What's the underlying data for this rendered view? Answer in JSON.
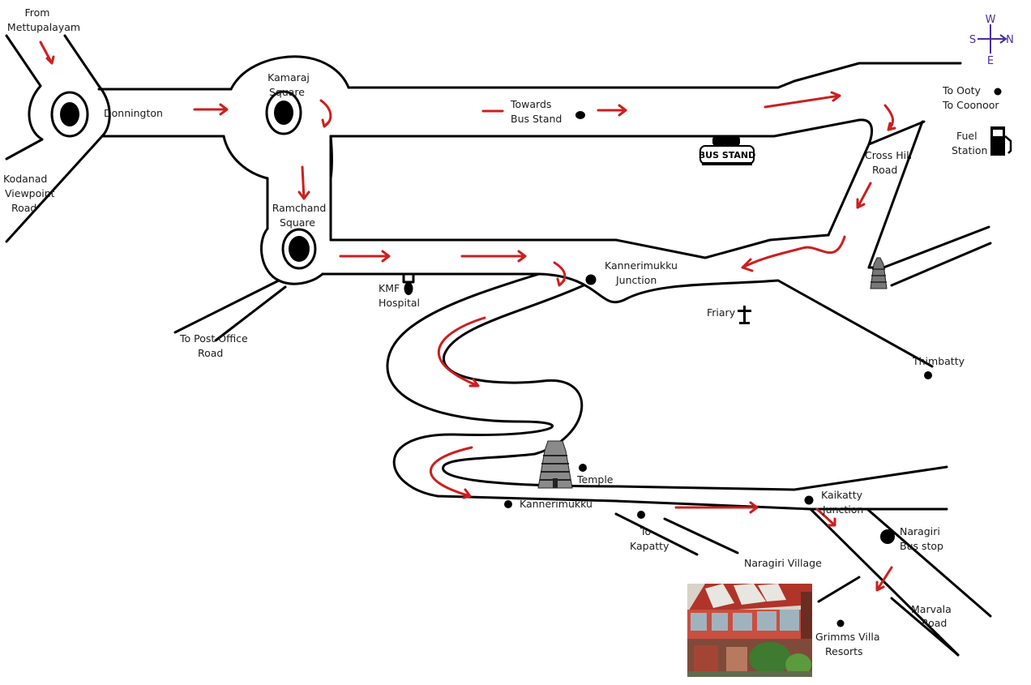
{
  "labels": {
    "from_mettupalayam_1": "From",
    "from_mettupalayam_2": "Mettupalayam",
    "donnington": "Donnington",
    "kamaraj_1": "Kamaraj",
    "kamaraj_2": "Square",
    "towards_bus_1": "Towards",
    "towards_bus_2": "Bus Stand",
    "bus_stand_sign": "BUS STAND",
    "to_ooty": "To Ooty",
    "to_coonoor": "To Coonoor",
    "fuel_1": "Fuel",
    "fuel_2": "Station",
    "cross_hill_1": "Cross Hill",
    "cross_hill_2": "Road",
    "kodanad_1": "Kodanad",
    "kodanad_2": "Viewpoint",
    "kodanad_3": "Road",
    "ramchand_1": "Ramchand",
    "ramchand_2": "Square",
    "kannerimukku_jn_1": "Kannerimukku",
    "kannerimukku_jn_2": "Junction",
    "kmf_1": "KMF",
    "kmf_2": "Hospital",
    "friary": "Friary",
    "thimbatty": "Thimbatty",
    "to_post_office_1": "To Post Office",
    "to_post_office_2": "Road",
    "temple": "Temple",
    "kannerimukku": "Kannerimukku",
    "to_kapatty_1": "To",
    "to_kapatty_2": "Kapatty",
    "kaikatty_1": "Kaikatty",
    "kaikatty_2": "Junction",
    "naragiri_bus_1": "Naragiri",
    "naragiri_bus_2": "Bus stop",
    "naragiri_village": "Naragiri Village",
    "marvala_1": "Marvala",
    "marvala_2": "Road",
    "grimms_1": "Grimms Villa",
    "grimms_2": "Resorts"
  },
  "compass": {
    "w": "W",
    "s": "S",
    "n": "N",
    "e": "E",
    "color": "#4b2e9c"
  },
  "colors": {
    "road": "#000000",
    "arrow": "#cc1f1f",
    "background": "#ffffff"
  },
  "icons": [
    "roundabout-icon",
    "bus-stand-icon",
    "fuel-pump-icon",
    "cross-icon",
    "temple-gopuram-icon",
    "resort-photo"
  ]
}
